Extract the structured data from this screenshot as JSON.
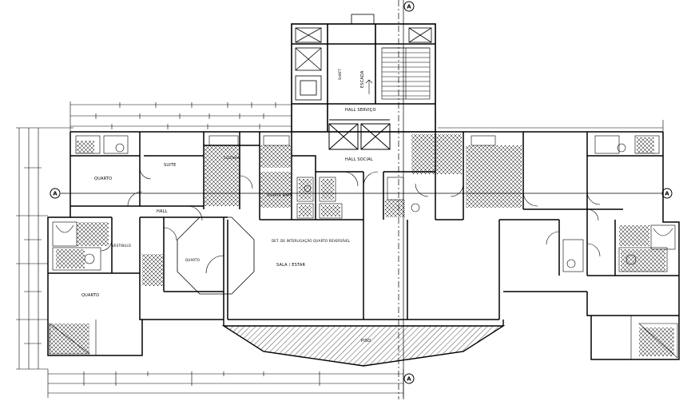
{
  "axis_markers": {
    "left": "A",
    "right": "A",
    "top": "A",
    "bottom": "A"
  },
  "rooms": {
    "suite": "SUITE",
    "quarto_left": "QUARTO",
    "quarto_lower": "QUARTO",
    "vestibulo": "VESTIBULO",
    "hall": "HALL",
    "quarto_empr": "QUARTO EMPR.",
    "sala_estar": "SALA / ESTAR",
    "hall_social": "HALL SOCIAL",
    "hall_servico": "HALL SERVIÇO",
    "escada": "ESCADA",
    "shaft": "SHAFT",
    "cozinha": "COZINHA",
    "det_note": "DET. DE INTERLIGAÇÃO QUARTO REVERSÍVEL",
    "piso": "PISO"
  },
  "colors": {
    "line": "#000000",
    "background": "#ffffff"
  }
}
